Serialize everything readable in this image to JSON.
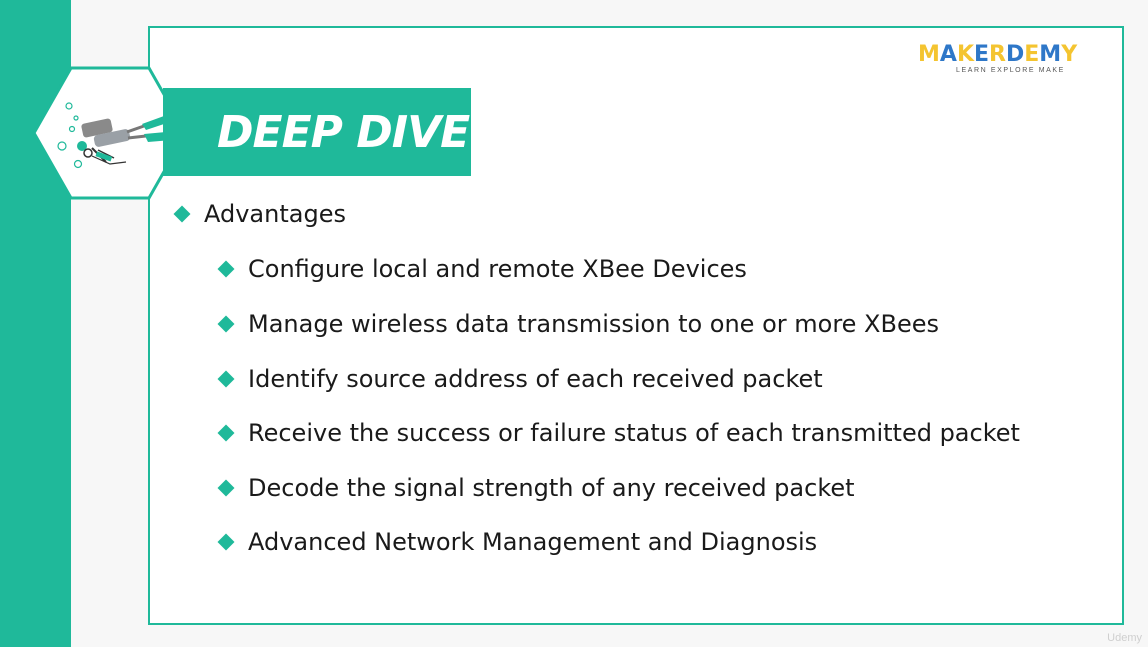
{
  "slide": {
    "title": "DEEP DIVE",
    "logo": {
      "letters": [
        "M",
        "A",
        "K",
        "E",
        "R",
        "D",
        "E",
        "M",
        "Y"
      ],
      "tagline": "LEARN EXPLORE MAKE"
    },
    "heading_bullet": "Advantages",
    "sub_bullets": [
      "Configure local and remote XBee Devices",
      "Manage wireless data transmission to one or more XBees",
      "Identify source address of each received packet",
      "Receive the success or failure status of each transmitted packet",
      "Decode the signal strength of any received packet",
      "Advanced Network Management and Diagnosis"
    ],
    "watermark": "Udemy"
  },
  "colors": {
    "accent": "#1fb99a",
    "logo_yellow": "#f4c430",
    "logo_blue": "#2e77c8",
    "text": "#1a1a1a"
  },
  "icons": {
    "badge": "scuba-diver-icon",
    "bullet": "diamond-bullet-icon"
  }
}
